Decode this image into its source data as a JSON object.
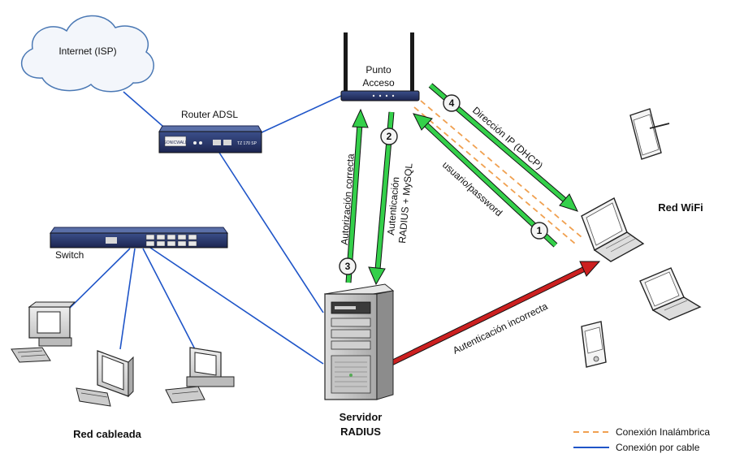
{
  "labels": {
    "internet": "Internet (ISP)",
    "router": "Router ADSL",
    "switch": "Switch",
    "access_point_line1": "Punto",
    "access_point_line2": "Acceso",
    "server_line1": "Servidor",
    "server_line2": "RADIUS",
    "wired_network": "Red cableada",
    "wifi_network": "Red WiFi",
    "router_brand": "SONICWALL",
    "router_model": "TZ 170 SP"
  },
  "flows": {
    "auth_ok": "Autorización correcta",
    "auth_mysql_line1": "Autenticación",
    "auth_mysql_line2": "RADIUS + MySQL",
    "user_password": "usuario/password",
    "dhcp": "Dirección IP (DHCP)",
    "auth_fail": "Autenticación incorrecta"
  },
  "steps": [
    "1",
    "2",
    "3",
    "4"
  ],
  "legend": {
    "wireless": "Conexión Inalámbrica",
    "cable": "Conexión por cable"
  },
  "colors": {
    "cable": "#1f55c8",
    "wireless": "#f0a050",
    "success_arrow": "#34d04a",
    "fail_arrow": "#cc2020"
  }
}
